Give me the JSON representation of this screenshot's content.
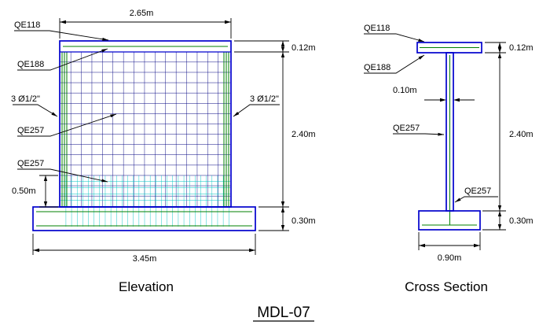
{
  "title": "MDL-07",
  "elevation": {
    "caption": "Elevation",
    "labels": {
      "qe118": "QE118",
      "qe188": "QE188",
      "bars_left": "3 Ø1/2\"",
      "bars_right": "3 Ø1/2\"",
      "qe257_mid": "QE257",
      "qe257_low": "QE257"
    },
    "dims": {
      "top_width": "2.65m",
      "cap_height": "0.12m",
      "wall_height": "2.40m",
      "footing_height": "0.30m",
      "lower_zone_height": "0.50m",
      "footing_width": "3.45m"
    }
  },
  "cross_section": {
    "caption": "Cross Section",
    "labels": {
      "qe118": "QE118",
      "qe188": "QE188",
      "qe257_mid": "QE257",
      "qe257_low": "QE257"
    },
    "dims": {
      "stem_width": "0.10m",
      "cap_height": "0.12m",
      "wall_height": "2.40m",
      "footing_height": "0.30m",
      "footing_width": "0.90m"
    }
  },
  "colors": {
    "outline_blue": "#0000cd",
    "mesh_navy": "#000080",
    "bar_green": "#008000",
    "mesh_cyan": "#00c3c3",
    "ink_black": "#000000"
  }
}
